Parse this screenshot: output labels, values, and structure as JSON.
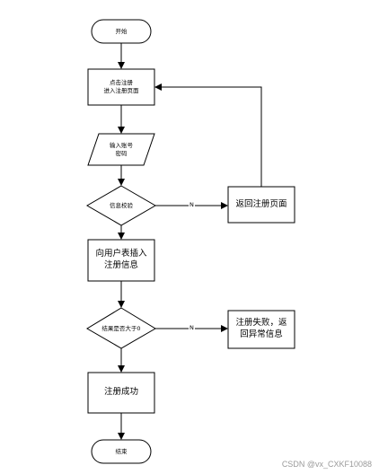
{
  "nodes": {
    "start": "开始",
    "click_register": "点击注册\n进入注册页面",
    "input_account": "输入账号\n密码",
    "check_info": "信息校验",
    "return_register": "返回注册页面",
    "insert_user": "向用户表插入\n注册信息",
    "result_check": "结果是否大于0",
    "register_fail": "注册失败，返\n回异常信息",
    "register_success": "注册成功",
    "end": "结束"
  },
  "edges": {
    "check_no": "N",
    "result_no": "N"
  },
  "watermark": "CSDN @vx_CXKF10088"
}
